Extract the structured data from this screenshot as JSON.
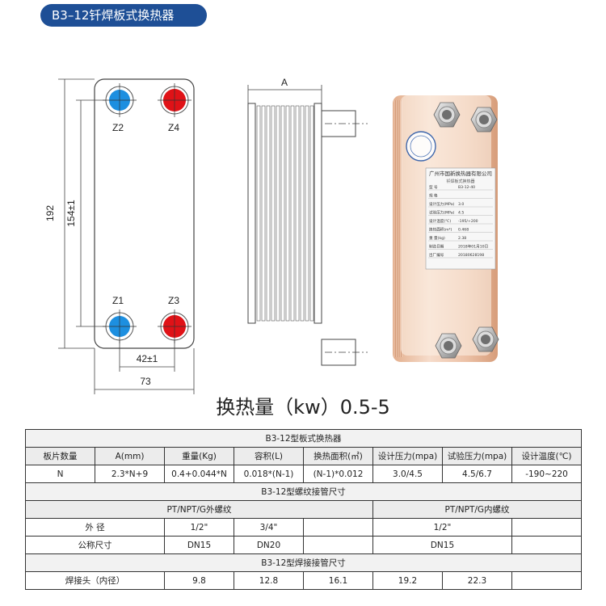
{
  "title": "B3–12钎焊板式换热器",
  "drawing": {
    "ports": [
      "Z2",
      "Z4",
      "Z1",
      "Z3"
    ],
    "dim_height": "192",
    "dim_port_vertical": "154±1",
    "dim_port_horizontal": "42±1",
    "dim_width": "73",
    "dim_thickness": "A",
    "colors": {
      "cold": "#1d8fe0",
      "hot": "#e01217"
    }
  },
  "nameplate": {
    "company": "广州市国新换热器有限公司",
    "product": "钎焊板式换热器",
    "rows": [
      [
        "型  号",
        "B3-12-40"
      ],
      [
        "规  格",
        ""
      ],
      [
        "设计压力(MPa)",
        "3.0"
      ],
      [
        "试验压力(MPa)",
        "4.5"
      ],
      [
        "设计温度(℃)",
        "-195/+200"
      ],
      [
        "换热面积(m²)",
        "0.468"
      ],
      [
        "重 量(kg)",
        "2.38"
      ],
      [
        "制造日期",
        "2018年01月10日"
      ],
      [
        "出厂编号",
        "20180628198"
      ]
    ]
  },
  "heat_capacity": "换热量（kw）0.5-5",
  "table": {
    "section1": "B3-12型板式换热器",
    "headers": [
      "板片数量",
      "A(mm)",
      "重量(Kg)",
      "容积(L)",
      "换热面积(㎡)",
      "设计压力(mpa)",
      "试验压力(mpa)",
      "设计温度(℃)"
    ],
    "row": [
      "N",
      "2.3*N+9",
      "0.4+0.044*N",
      "0.018*(N-1)",
      "(N-1)*0.012",
      "3.0/4.5",
      "4.5/6.7",
      "-190~220"
    ],
    "section2": "B3-12型螺纹接管尺寸",
    "outer_thread": "PT/NPT/G外螺纹",
    "inner_thread": "PT/NPT/G内螺纹",
    "diam_label": "外    径",
    "diam_values": [
      "1/2\"",
      "3/4\"",
      "",
      "1/2\"",
      ""
    ],
    "dn_label": "公称尺寸",
    "dn_values": [
      "DN15",
      "DN20",
      "",
      "DN15",
      ""
    ],
    "section3": "B3-12型焊接接管尺寸",
    "weld_label": "焊接头（内径）",
    "weld_values": [
      "9.8",
      "12.8",
      "16.1",
      "19.2",
      "22.3"
    ]
  }
}
